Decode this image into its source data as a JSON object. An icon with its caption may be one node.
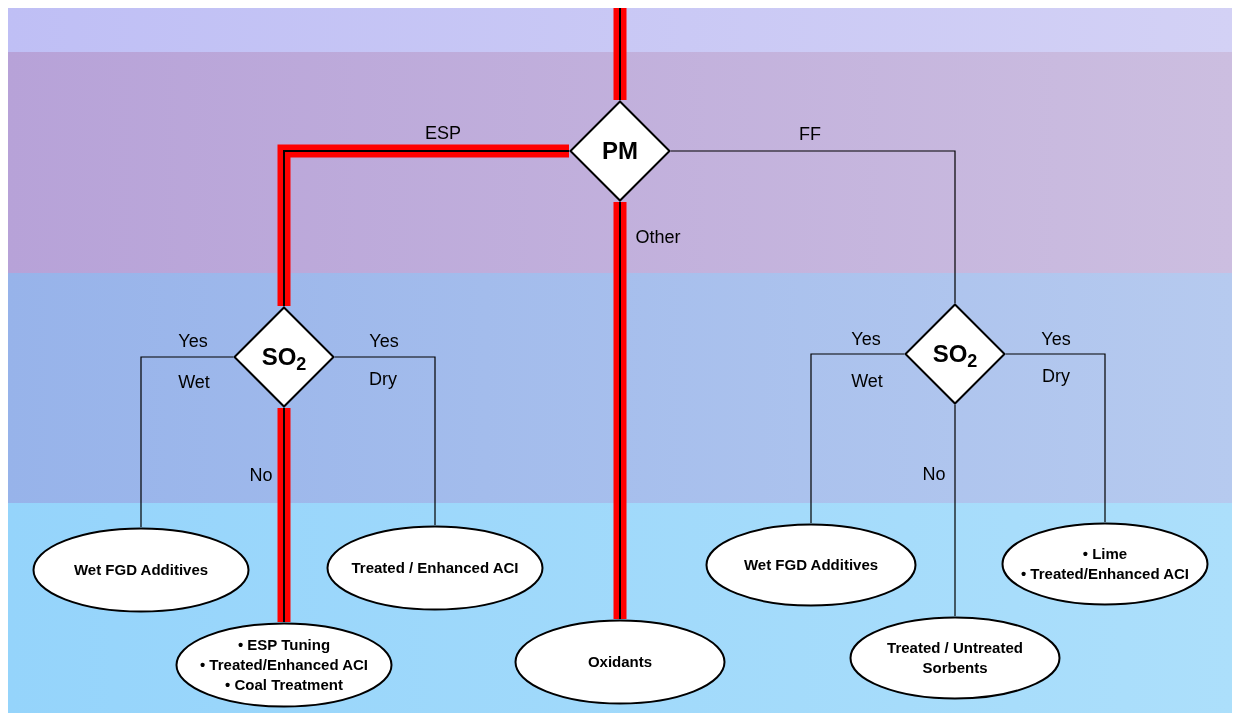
{
  "diagram": {
    "nodes": [
      {
        "text": [
          "PM"
        ]
      },
      {
        "text": [
          "SO$_{2}$"
        ]
      },
      {
        "text": [
          "SO$_{2}$"
        ]
      },
      {
        "text": [
          "Wet FGD Additives"
        ]
      },
      {
        "text": [
          "Treated / Enhanced ACI"
        ]
      },
      {
        "text": [
          "• ESP Tuning",
          "• Treated/Enhanced ACI",
          "• Coal Treatment"
        ]
      },
      {
        "text": [
          "Oxidants"
        ]
      },
      {
        "text": [
          "Wet FGD Additives"
        ]
      },
      {
        "text": [
          "Treated / Untreated Sorbents"
        ]
      },
      {
        "text": [
          "• Lime",
          "• Treated/Enhanced ACI"
        ]
      }
    ],
    "edges": [
      {
        "from": null,
        "to": 0,
        "arrow": "none",
        "style": "thick",
        "color": "#ff0000"
      },
      {
        "from": 0,
        "to": 1,
        "arrow": "none",
        "label": "ESP",
        "style": "thick",
        "color": "#ff0000"
      },
      {
        "from": 0,
        "to": 2,
        "arrow": "none",
        "label": "FF"
      },
      {
        "from": 0,
        "to": 6,
        "arrow": "none",
        "label": "Other",
        "style": "thick",
        "color": "#ff0000"
      },
      {
        "from": 1,
        "to": 3,
        "arrow": "none",
        "label": "Yes"
      },
      {
        "from": 1,
        "to": 5,
        "arrow": "none",
        "label": "No",
        "style": "thick",
        "color": "#ff0000"
      },
      {
        "from": 1,
        "to": 4,
        "arrow": "none",
        "label": "Yes"
      },
      {
        "from": 2,
        "to": 7,
        "arrow": "none",
        "label": "Yes"
      },
      {
        "from": 2,
        "to": 8,
        "arrow": "none",
        "label": "No"
      },
      {
        "from": 2,
        "to": 9,
        "arrow": "none",
        "label": "Yes"
      }
    ],
    "labels": [
      "Wet",
      "Dry",
      "Wet",
      "Dry"
    ]
  }
}
